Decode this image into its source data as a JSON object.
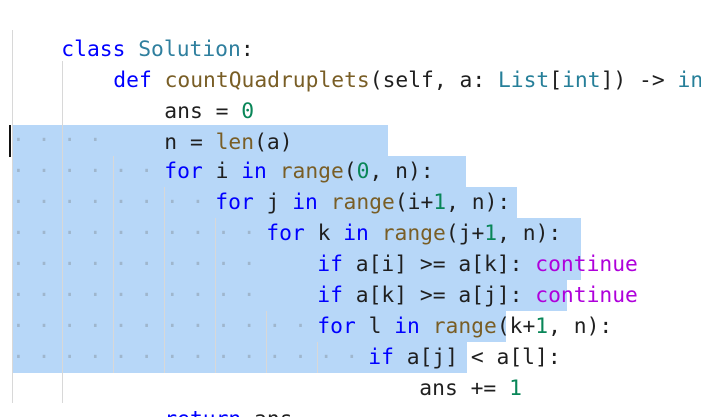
{
  "colors": {
    "selection": "#b7d7f8",
    "keyword": "#0000ff",
    "class_name": "#2f7f9e",
    "function_name": "#795e26",
    "builtin": "#267f99",
    "number": "#098658",
    "control": "#af00db"
  },
  "code": {
    "line1": {
      "t1": "class",
      "t2": " ",
      "t3": "Solution",
      "t4": ":"
    },
    "line2": {
      "t1": "def",
      "t2": " ",
      "t3": "countQuadruplets",
      "t4": "(self, a: ",
      "t5": "List",
      "t6": "[",
      "t7": "int",
      "t8": "]) -> ",
      "t9": "int",
      "t10": ":"
    },
    "line3": {
      "t1": "ans = ",
      "t2": "0"
    },
    "line4": {
      "t1": "n = ",
      "t2": "len",
      "t3": "(a)"
    },
    "line5": {
      "t1": "for",
      "t2": " i ",
      "t3": "in",
      "t4": " ",
      "t5": "range",
      "t6": "(",
      "t7": "0",
      "t8": ", n):"
    },
    "line6": {
      "t1": "for",
      "t2": " j ",
      "t3": "in",
      "t4": " ",
      "t5": "range",
      "t6": "(i+",
      "t7": "1",
      "t8": ", n):"
    },
    "line7": {
      "t1": "for",
      "t2": " k ",
      "t3": "in",
      "t4": " ",
      "t5": "range",
      "t6": "(j+",
      "t7": "1",
      "t8": ", n):"
    },
    "line8": {
      "t1": "if",
      "t2": " a[i] >= a[k]: ",
      "t3": "continue"
    },
    "line9": {
      "t1": "if",
      "t2": " a[k] >= a[j]: ",
      "t3": "continue"
    },
    "line10": {
      "t1": "for",
      "t2": " l ",
      "t3": "in",
      "t4": " ",
      "t5": "range",
      "t6": "(k+",
      "t7": "1",
      "t8": ", n):"
    },
    "line11": {
      "t1": "if",
      "t2": " a[j] < a[l]:"
    },
    "line12": {
      "t1": "ans += ",
      "t2": "1"
    },
    "line13": {
      "t1": "return",
      "t2": " ans"
    }
  }
}
